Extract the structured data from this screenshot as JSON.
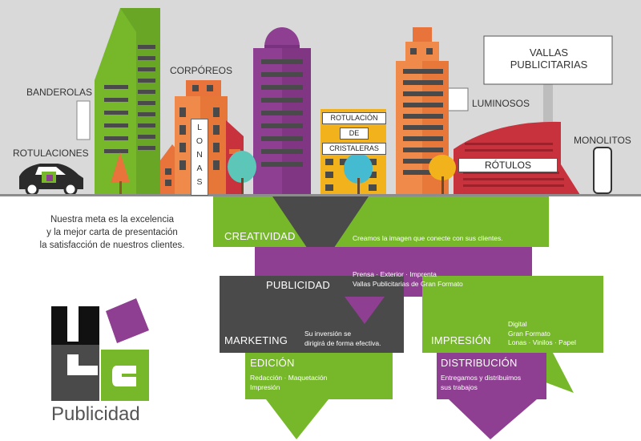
{
  "city": {
    "labels": {
      "banderolas": "BANDEROLAS",
      "rotulaciones": "ROTULACIONES",
      "corporeos": "CORPÓREOS",
      "luminosos": "LUMINOSOS",
      "monolitos": "MONOLITOS",
      "vallas_line1": "VALLAS",
      "vallas_line2": "PUBLICITARIAS"
    },
    "lonas_letters": [
      "L",
      "O",
      "N",
      "A",
      "S"
    ],
    "rotulacion_sign": [
      "ROTULACIÓN",
      "DE",
      "CRISTALERAS"
    ],
    "rotulos": "RÓTULOS"
  },
  "tagline": {
    "line1": "Nuestra meta es la excelencia",
    "line2": "y la mejor carta de presentación",
    "line3": "la satisfacción de nuestros clientes."
  },
  "services": {
    "creatividad": {
      "label": "CREATIVIDAD",
      "desc": "Creamos la imagen que conecte con sus clientes."
    },
    "publicidad": {
      "label": "PUBLICIDAD",
      "desc_line1": "Prensa · Exterior · Imprenta",
      "desc_line2": "Vallas Publicitarias de Gran Formato"
    },
    "marketing": {
      "label": "MARKETING",
      "desc_line1": "Su inversión se",
      "desc_line2": "dirigirá de forma efectiva."
    },
    "impresion": {
      "label": "IMPRESIÓN",
      "desc_line1": "Digital",
      "desc_line2": "Gran Formato",
      "desc_line3": "Lonas · Vinilos · Papel"
    },
    "edicion": {
      "label": "EDICIÓN",
      "desc_line1": "Redacción · Maquetación",
      "desc_line2": "Impresión"
    },
    "distribucion": {
      "label": "DISTRIBUCIÓN",
      "desc_line1": "Entregamos y distribuimos",
      "desc_line2": "sus trabajos"
    }
  },
  "logo": {
    "text": "Publicidad"
  },
  "colors": {
    "green": "#76b82a",
    "purple": "#8e3f91",
    "dark_gray": "#4a4a4a",
    "orange": "#e8743b",
    "red": "#c8323c",
    "yellow": "#f2b21b",
    "sky": "#d9d9d9"
  }
}
